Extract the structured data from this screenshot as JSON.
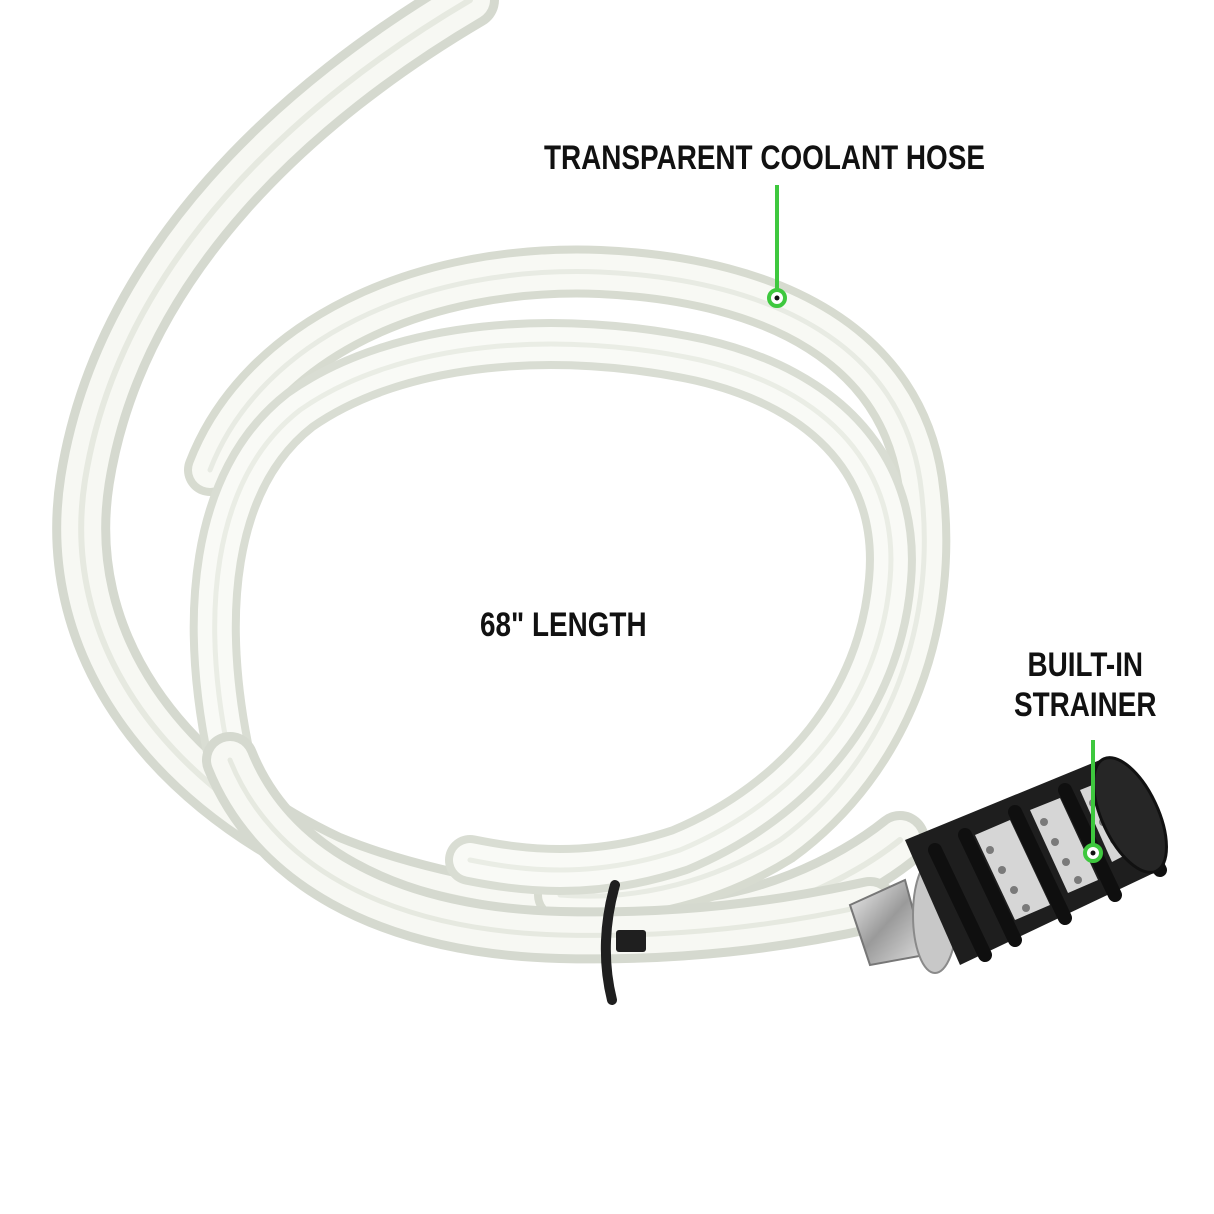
{
  "callouts": {
    "hose": {
      "text": "TRANSPARENT COOLANT HOSE"
    },
    "length": {
      "text": "68\" LENGTH"
    },
    "strainer": {
      "line1": "BUILT-IN",
      "line2": "STRAINER"
    }
  },
  "colors": {
    "callout_line": "#3ec83e",
    "label_text": "#111111",
    "hose_edge": "#d7dbd0",
    "strainer_body": "#1e1e1e"
  }
}
